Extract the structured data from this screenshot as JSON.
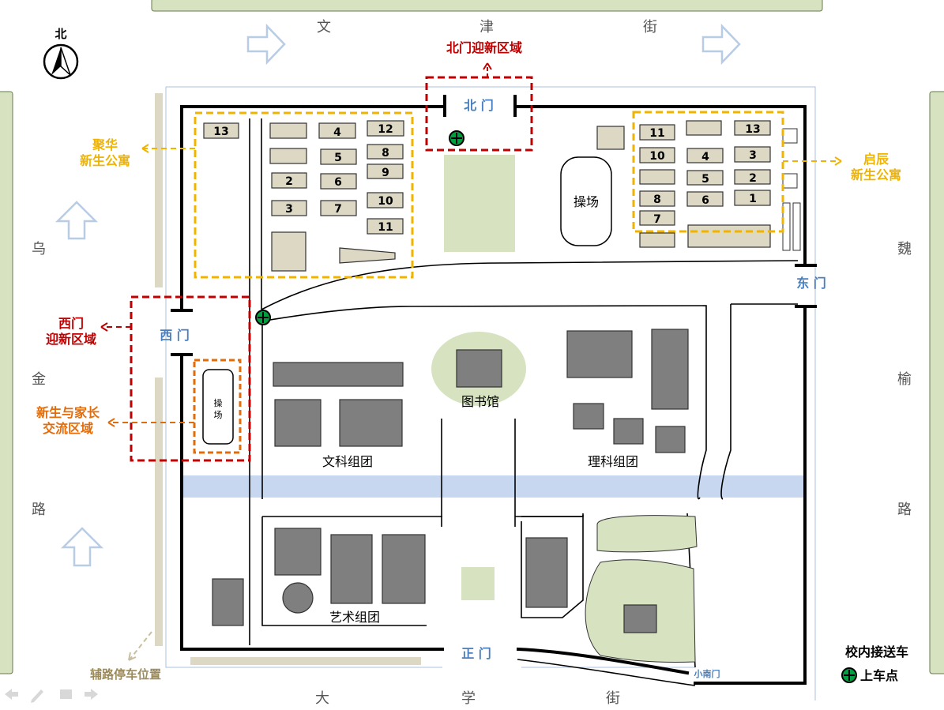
{
  "compass": {
    "label": "北"
  },
  "streets": {
    "north": [
      "文",
      "津",
      "街"
    ],
    "west": [
      "乌",
      "金",
      "路"
    ],
    "east": [
      "魏",
      "榆",
      "路"
    ],
    "south": [
      "大",
      "学",
      "街"
    ]
  },
  "gates": {
    "north": "北 门",
    "east": "东 门",
    "west": "西 门",
    "main": "正 门",
    "small_south": "小南门"
  },
  "zones": {
    "north_welcome": "北门迎新区域",
    "west_welcome_line1": "西门",
    "west_welcome_line2": "迎新区域",
    "juhua_line1": "聚华",
    "juhua_line2": "新生公寓",
    "qichen_line1": "启辰",
    "qichen_line2": "新生公寓",
    "parents_line1": "新生与家长",
    "parents_line2": "交流区域",
    "parking": "辅路停车位置"
  },
  "places": {
    "playground_east": "操场",
    "playground_west": "操\n场",
    "playground_west_chars": [
      "操",
      "场"
    ],
    "library": "图书馆",
    "liberal_arts": "文科组团",
    "science": "理科组团",
    "art": "艺术组团"
  },
  "juhua_buildings": [
    "13",
    "4",
    "12",
    "8",
    "5",
    "9",
    "2",
    "6",
    "10",
    "3",
    "7",
    "11"
  ],
  "qichen_buildings": [
    "11",
    "13",
    "10",
    "4",
    "3",
    "5",
    "2",
    "8",
    "6",
    "1",
    "7"
  ],
  "legend": {
    "title": "校内接送车",
    "item": "上车点"
  },
  "colors": {
    "north_zone": "#c00000",
    "juhua_zone": "#f0b400",
    "parents_zone": "#e36c0a",
    "gate_text": "#4a7fbf",
    "river": "#c6d7ef",
    "green_area": "#d6e2c0",
    "building_dorm": "#ddd8c4",
    "building_academic": "#7f7f7f",
    "parking": "#9c8b5a"
  }
}
